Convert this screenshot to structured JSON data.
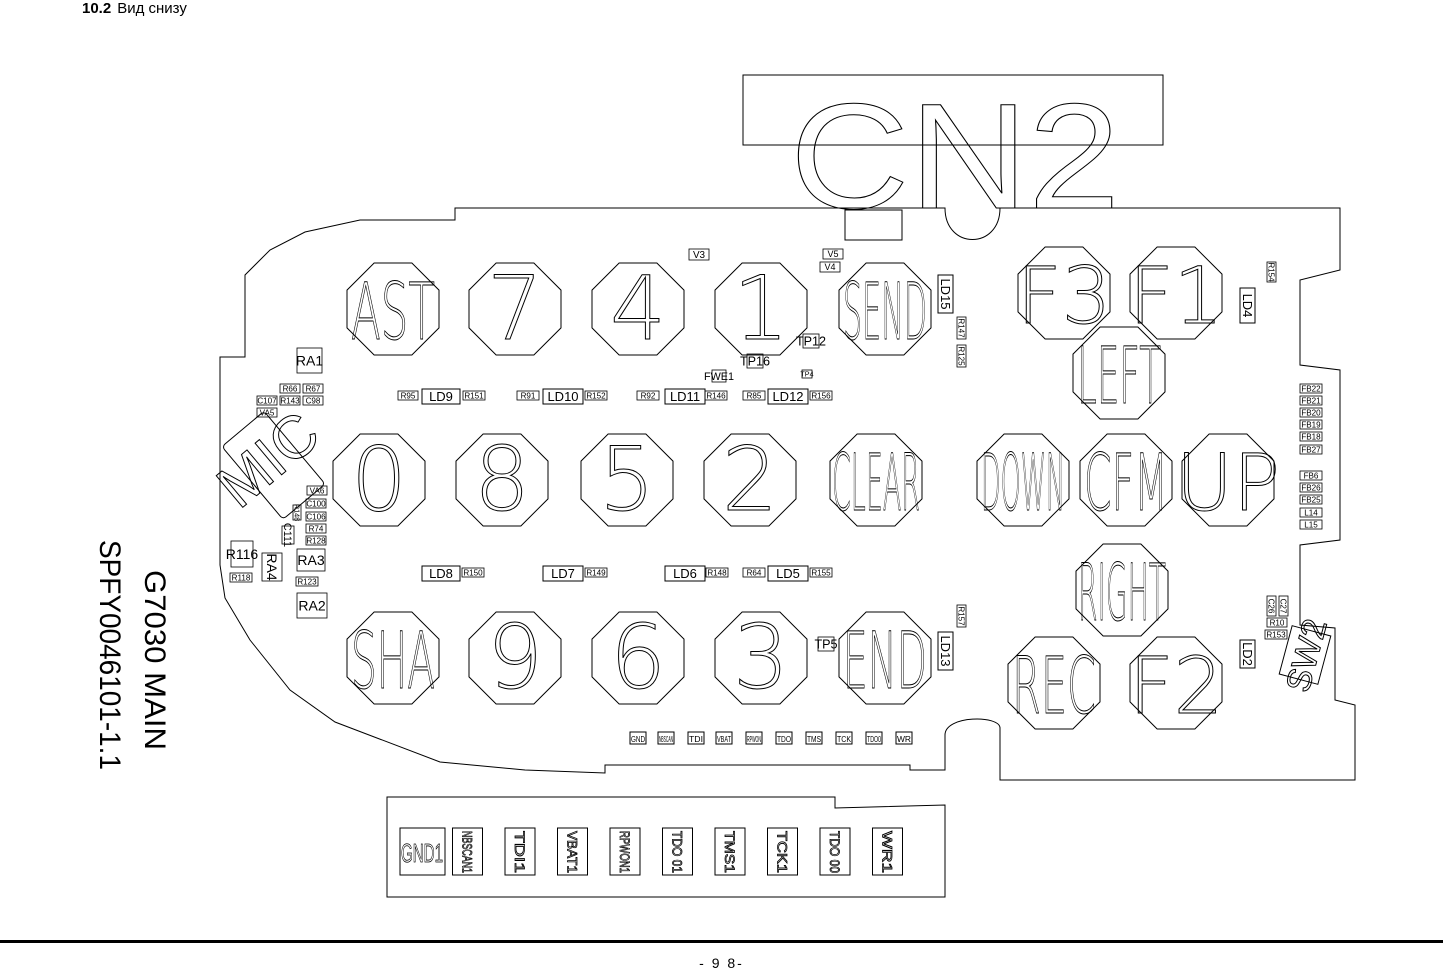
{
  "section": {
    "number": "10.2",
    "title": "Вид снизу"
  },
  "page_number": "- 9  8-",
  "board": {
    "title_line1": "G7030 MAIN",
    "title_line2": "SPFY0046101-1.1",
    "connector": "CN2",
    "switch": "SW2",
    "mic": "MIC",
    "keys": [
      {
        "label": "AST"
      },
      {
        "label": "7"
      },
      {
        "label": "4"
      },
      {
        "label": "1"
      },
      {
        "label": "SEND"
      },
      {
        "label": "F3"
      },
      {
        "label": "F1"
      },
      {
        "label": "LEFT"
      },
      {
        "label": "0"
      },
      {
        "label": "8"
      },
      {
        "label": "5"
      },
      {
        "label": "2"
      },
      {
        "label": "CLEAR"
      },
      {
        "label": "DOWN"
      },
      {
        "label": "CFM"
      },
      {
        "label": "UP"
      },
      {
        "label": "RIGHT"
      },
      {
        "label": "SHA"
      },
      {
        "label": "9"
      },
      {
        "label": "6"
      },
      {
        "label": "3"
      },
      {
        "label": "END"
      },
      {
        "label": "REC"
      },
      {
        "label": "F2"
      }
    ],
    "leds": [
      {
        "label": "LD9"
      },
      {
        "label": "LD10"
      },
      {
        "label": "LD11"
      },
      {
        "label": "LD12"
      },
      {
        "label": "LD8"
      },
      {
        "label": "LD7"
      },
      {
        "label": "LD6"
      },
      {
        "label": "LD5"
      },
      {
        "label": "LD15"
      },
      {
        "label": "LD13"
      },
      {
        "label": "LD4"
      },
      {
        "label": "LD2"
      }
    ],
    "components": [
      {
        "label": "V3"
      },
      {
        "label": "V5"
      },
      {
        "label": "V4"
      },
      {
        "label": "TP12"
      },
      {
        "label": "TP16"
      },
      {
        "label": "FWE1"
      },
      {
        "label": "TP4"
      },
      {
        "label": "RA1"
      },
      {
        "label": "R66"
      },
      {
        "label": "R67"
      },
      {
        "label": "C107"
      },
      {
        "label": "R143"
      },
      {
        "label": "C98"
      },
      {
        "label": "VA5"
      },
      {
        "label": "R95"
      },
      {
        "label": "R151"
      },
      {
        "label": "R91"
      },
      {
        "label": "R152"
      },
      {
        "label": "R92"
      },
      {
        "label": "R146"
      },
      {
        "label": "R85"
      },
      {
        "label": "R156"
      },
      {
        "label": "VA6"
      },
      {
        "label": "C100"
      },
      {
        "label": "C106"
      },
      {
        "label": "R74"
      },
      {
        "label": "R128"
      },
      {
        "label": "C111"
      },
      {
        "label": "R148"
      },
      {
        "label": "R116"
      },
      {
        "label": "RA4"
      },
      {
        "label": "RA3"
      },
      {
        "label": "R118"
      },
      {
        "label": "R123"
      },
      {
        "label": "RA2"
      },
      {
        "label": "R150"
      },
      {
        "label": "R149"
      },
      {
        "label": "R148"
      },
      {
        "label": "R64"
      },
      {
        "label": "R155"
      },
      {
        "label": "R147"
      },
      {
        "label": "R125"
      },
      {
        "label": "R157"
      },
      {
        "label": "R154"
      },
      {
        "label": "TP5"
      },
      {
        "label": "FB22"
      },
      {
        "label": "FB21"
      },
      {
        "label": "FB20"
      },
      {
        "label": "FB19"
      },
      {
        "label": "FB18"
      },
      {
        "label": "FB27"
      },
      {
        "label": "FB6"
      },
      {
        "label": "FB26"
      },
      {
        "label": "FB25"
      },
      {
        "label": "L14"
      },
      {
        "label": "L15"
      },
      {
        "label": "C27"
      },
      {
        "label": "C26"
      },
      {
        "label": "R10"
      },
      {
        "label": "R153"
      }
    ],
    "test_pads": [
      {
        "label": "GND"
      },
      {
        "label": "NBSCAN"
      },
      {
        "label": "TDI"
      },
      {
        "label": "VBAT"
      },
      {
        "label": "RPWON"
      },
      {
        "label": "TDO"
      },
      {
        "label": "TMS"
      },
      {
        "label": "TCK"
      },
      {
        "label": "TDO0"
      },
      {
        "label": "WR"
      }
    ],
    "connector_pins": [
      {
        "label": "GND1"
      },
      {
        "label": "NBSCAN1"
      },
      {
        "label": "TDI1"
      },
      {
        "label": "VBAT1"
      },
      {
        "label": "RPWON1"
      },
      {
        "label": "TDO 01"
      },
      {
        "label": "TMS1"
      },
      {
        "label": "TCK1"
      },
      {
        "label": "TDO 00"
      },
      {
        "label": "WR1"
      }
    ]
  }
}
